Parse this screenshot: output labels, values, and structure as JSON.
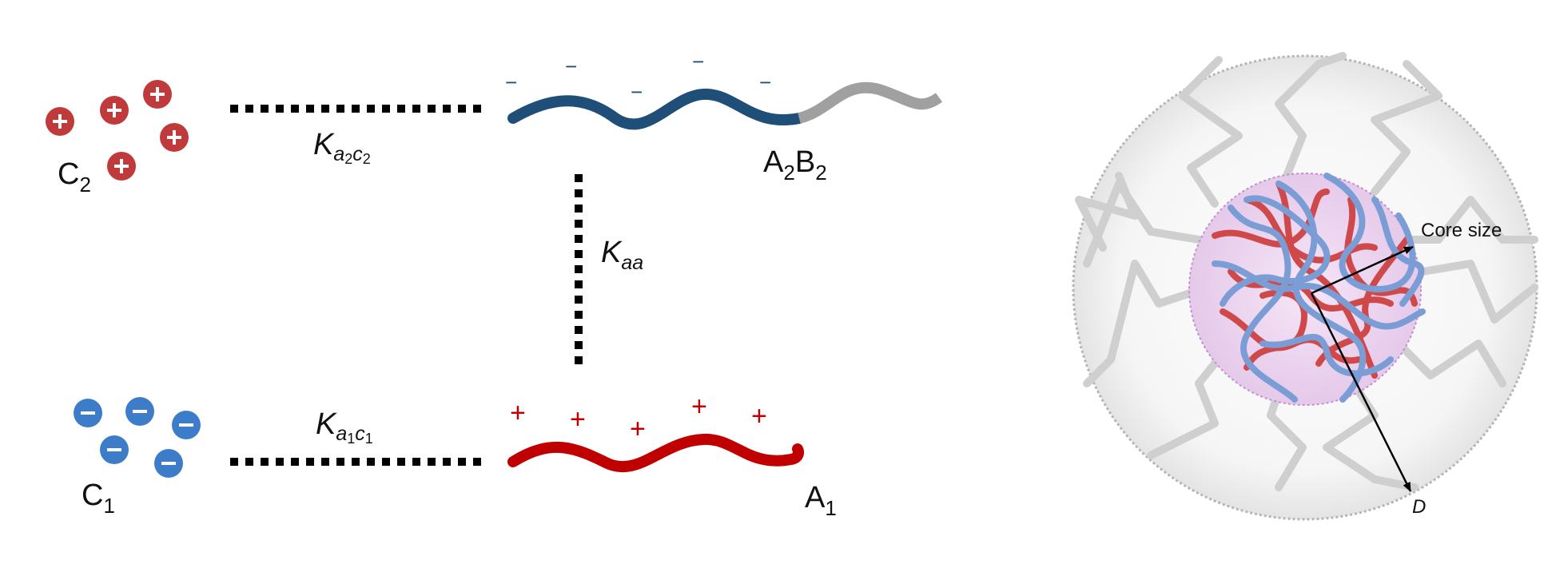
{
  "labels": {
    "c2": {
      "main": "C",
      "sub": "2"
    },
    "c1": {
      "main": "C",
      "sub": "1"
    },
    "a2b2": {
      "a": "A",
      "a_sub": "2",
      "b": "B",
      "b_sub": "2"
    },
    "a1": {
      "main": "A",
      "sub": "1"
    },
    "k_a2c2": {
      "k": "K",
      "s1": "a",
      "n1": "2",
      "s2": "c",
      "n2": "2"
    },
    "k_a1c1": {
      "k": "K",
      "s1": "a",
      "n1": "1",
      "s2": "c",
      "n2": "1"
    },
    "k_aa": {
      "k": "K",
      "sub": "aa"
    },
    "core_size": "Core size",
    "d": "D"
  },
  "symbols": {
    "plus": "+",
    "minus": "−"
  },
  "colors": {
    "cation": "#c0393b",
    "anion": "#3d7cc9",
    "a2_block": "#1f4e79",
    "b2_block": "#a0a0a0",
    "a1_chain": "#c00000",
    "core_fill": "#ecd3ee",
    "core_red": "#d0494a",
    "core_blue": "#7b9dd6",
    "corona": "#cfcfcf"
  }
}
